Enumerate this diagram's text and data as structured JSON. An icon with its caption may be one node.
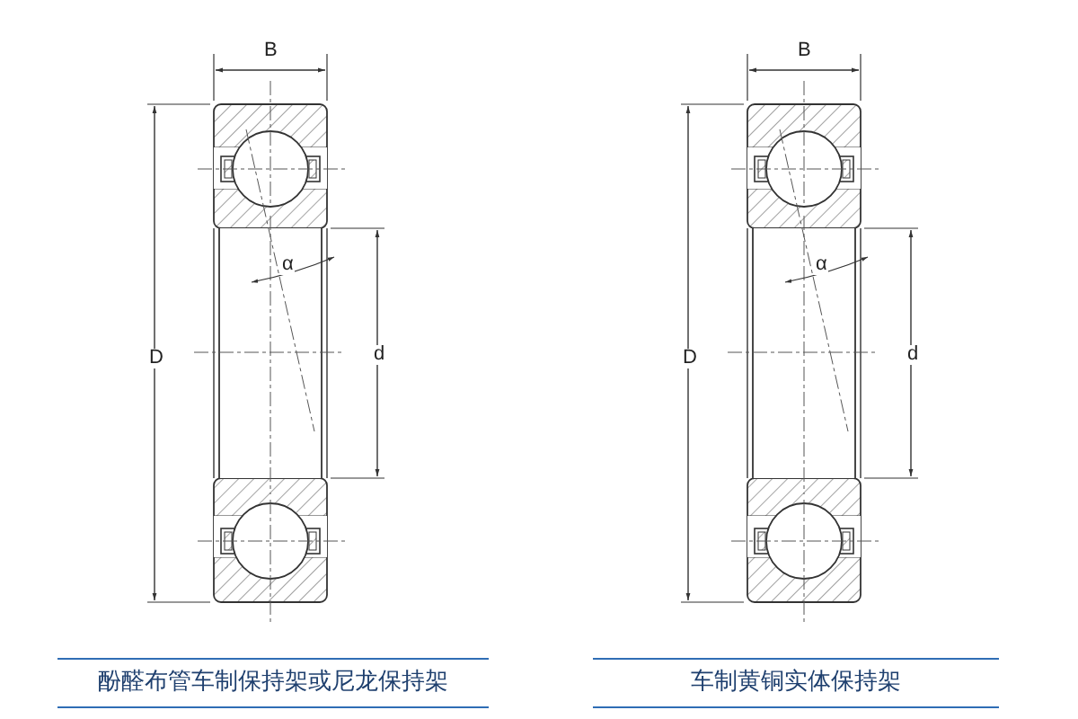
{
  "diagram": {
    "labels": [
      "B",
      "α",
      "D",
      "d",
      "B",
      "α",
      "D",
      "d",
      "酚醛布管车制保持架或尼龙保持架",
      "车制黄铜实体保持架"
    ]
  }
}
